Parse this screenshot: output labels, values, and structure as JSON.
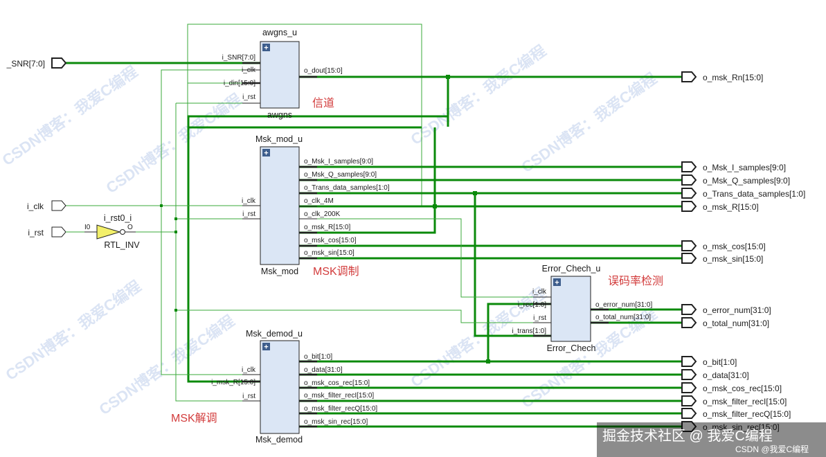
{
  "modules": {
    "awgns": {
      "instance": "awgns_u",
      "cell": "awgns",
      "inputs": [
        "i_SNR[7:0]",
        "i_clk",
        "i_din[15:0]",
        "i_rst"
      ],
      "outputs": [
        "o_dout[15:0]"
      ],
      "label": "信道"
    },
    "mod": {
      "instance": "Msk_mod_u",
      "cell": "Msk_mod",
      "inputs": [
        "i_clk",
        "i_rst"
      ],
      "outputs": [
        "o_Msk_I_samples[9:0]",
        "o_Msk_Q_samples[9:0]",
        "o_Trans_data_samples[1:0]",
        "o_clk_4M",
        "o_clk_200K",
        "o_msk_R[15:0]",
        "o_msk_cos[15:0]",
        "o_msk_sin[15:0]"
      ],
      "label": "MSK调制"
    },
    "err": {
      "instance": "Error_Chech_u",
      "cell": "Error_Chech",
      "inputs": [
        "i_clk",
        "i_rec[1:0]",
        "i_rst",
        "i_trans[1:0]"
      ],
      "outputs": [
        "o_error_num[31:0]",
        "o_total_num[31:0]"
      ],
      "label": "误码率检测"
    },
    "demod": {
      "instance": "Msk_demod_u",
      "cell": "Msk_demod",
      "inputs": [
        "i_clk",
        "i_msk_R[15:0]",
        "i_rst"
      ],
      "outputs": [
        "o_bit[1:0]",
        "o_data[31:0]",
        "o_msk_cos_rec[15:0]",
        "o_msk_filter_recI[15:0]",
        "o_msk_filter_recQ[15:0]",
        "o_msk_sin_rec[15:0]"
      ],
      "label": "MSK解调"
    },
    "inv": {
      "instance": "i_rst0_i",
      "cell": "RTL_INV",
      "in_pin": "I0",
      "out_pin": "O"
    }
  },
  "top_inputs": [
    "_SNR[7:0]",
    "i_clk",
    "i_rst"
  ],
  "top_outputs": [
    "o_msk_Rn[15:0]",
    "o_Msk_I_samples[9:0]",
    "o_Msk_Q_samples[9:0]",
    "o_Trans_data_samples[1:0]",
    "o_msk_R[15:0]",
    "o_msk_cos[15:0]",
    "o_msk_sin[15:0]",
    "o_error_num[31:0]",
    "o_total_num[31:0]",
    "o_bit[1:0]",
    "o_data[31:0]",
    "o_msk_cos_rec[15:0]",
    "o_msk_filter_recI[15:0]",
    "o_msk_filter_recQ[15:0]",
    "o_msk_sin_rec[15:0]"
  ],
  "watermark": "CSDN博客：我爱C编程",
  "footer": {
    "main": "掘金技术社区 @ 我爱C编程",
    "sub": "CSDN @我爱C编程"
  },
  "colors": {
    "wire": "#0a8a0a",
    "thin_wire": "#3aa83a",
    "box_fill": "#dbe6f5",
    "box_stroke": "#202020",
    "label": "#d23b3b"
  }
}
